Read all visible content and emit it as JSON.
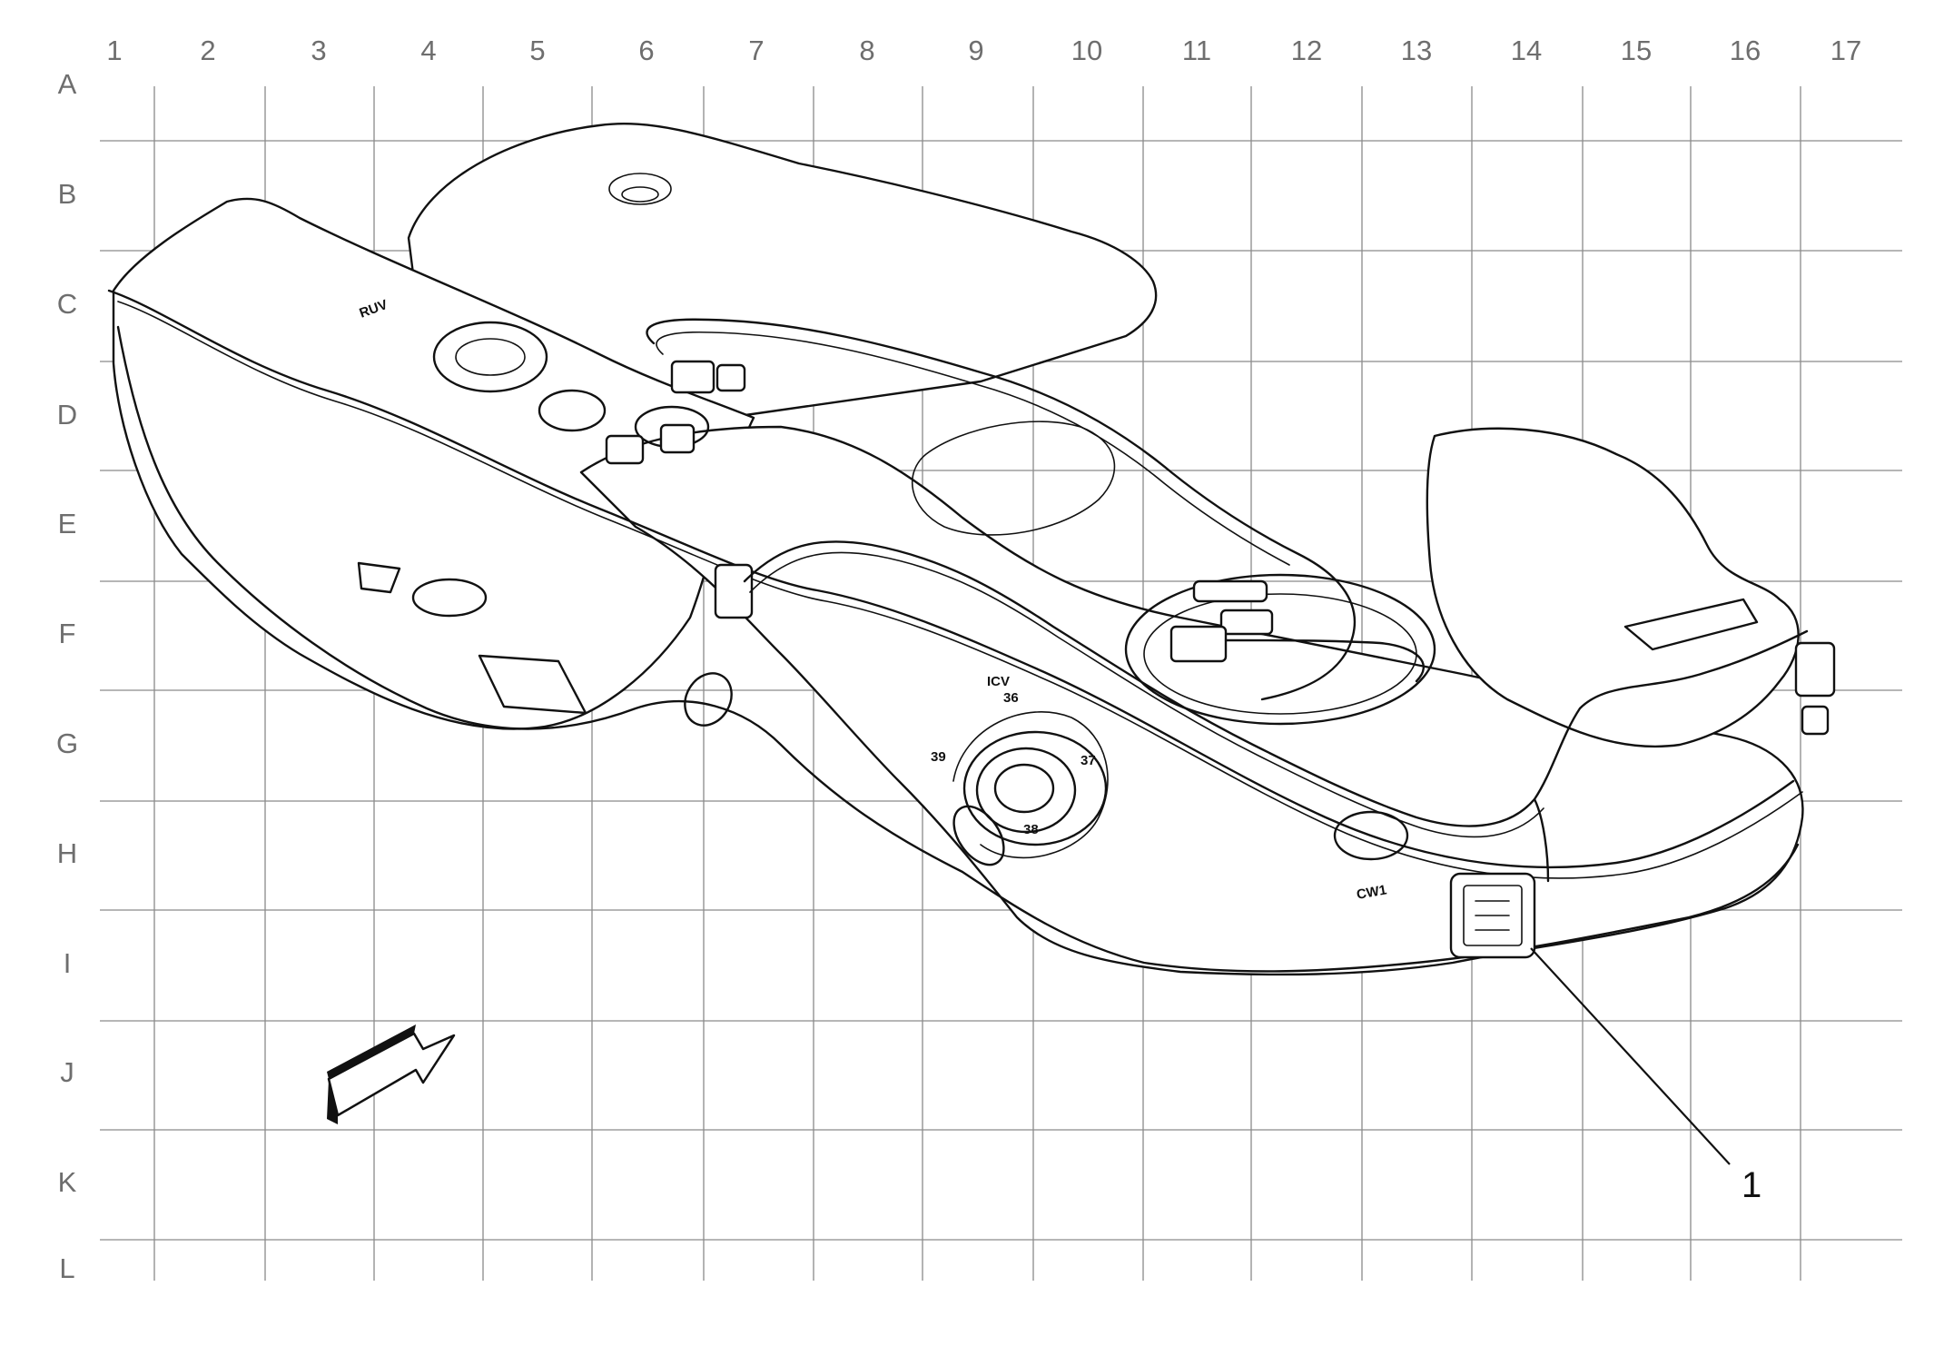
{
  "grid": {
    "columns": [
      "1",
      "2",
      "3",
      "4",
      "5",
      "6",
      "7",
      "8",
      "9",
      "10",
      "11",
      "12",
      "13",
      "14",
      "15",
      "16",
      "17"
    ],
    "rows": [
      "A",
      "B",
      "C",
      "D",
      "E",
      "F",
      "G",
      "H",
      "I",
      "J",
      "K",
      "L"
    ]
  },
  "engravings": {
    "top_left_mark": "RUV",
    "icv_label": "ICV",
    "icv_n36": "36",
    "icv_n37": "37",
    "icv_n38": "38",
    "icv_n39": "39",
    "cw_label": "CW1"
  },
  "callouts": [
    {
      "label": "1"
    }
  ]
}
